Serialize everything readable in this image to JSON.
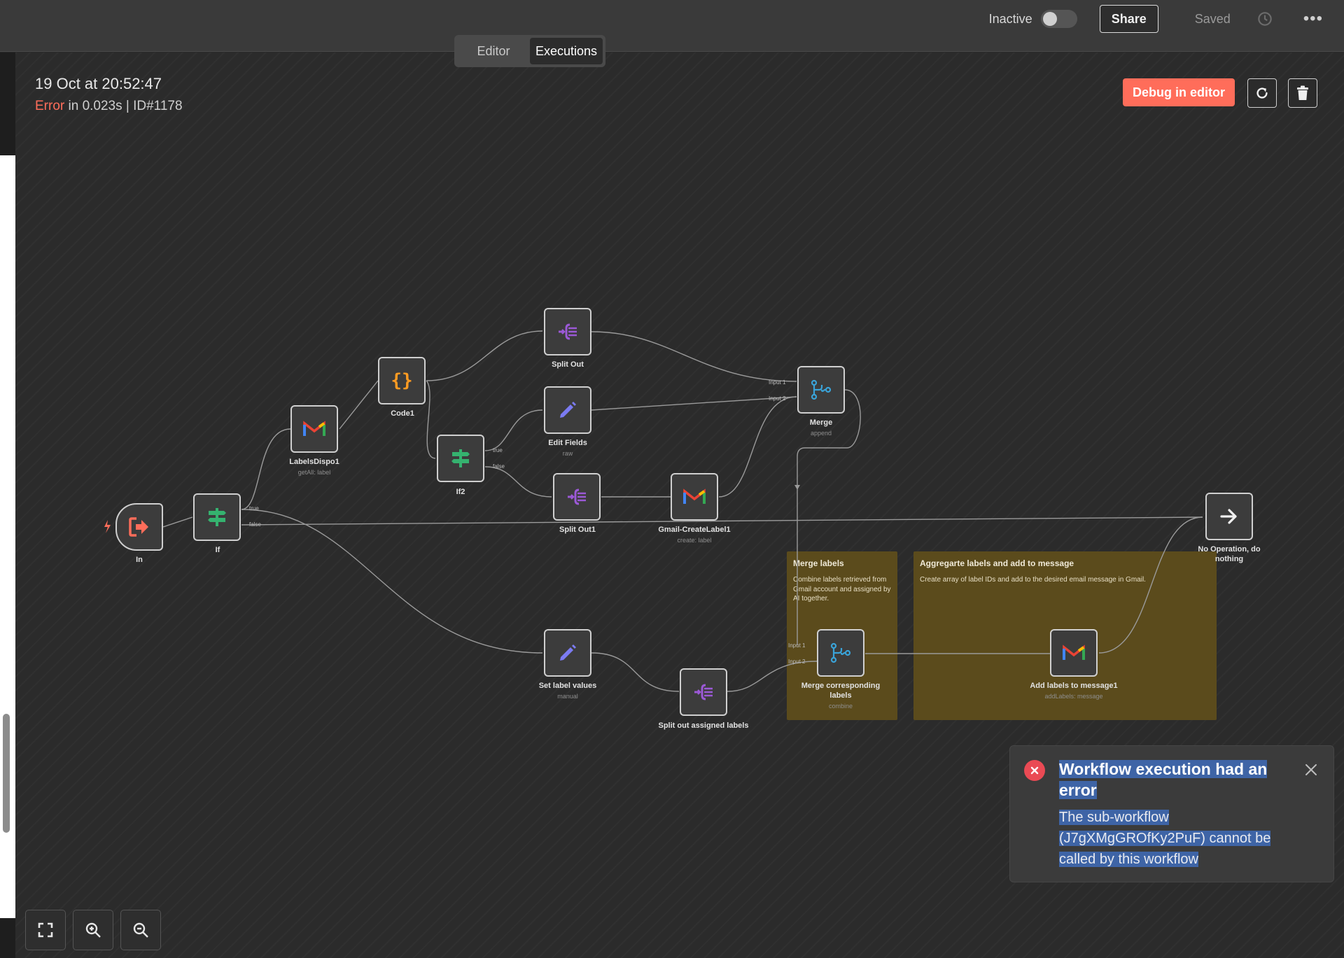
{
  "topbar": {
    "status_label": "Inactive",
    "share_label": "Share",
    "saved_label": "Saved",
    "more_label": "•••"
  },
  "mode_tabs": {
    "editor": "Editor",
    "executions": "Executions"
  },
  "execution": {
    "date": "19 Oct at 20:52:47",
    "status": "Error",
    "detail": " in 0.023s | ID#1178"
  },
  "actions": {
    "debug_label": "Debug in editor"
  },
  "stickies": {
    "merge": {
      "title": "Merge labels",
      "text": "Combine labels retrieved from Gmail account and assigned by AI together."
    },
    "aggregate": {
      "title": "Aggregarte labels and add to message",
      "text": "Create array of label IDs and add to the desired email message in Gmail."
    }
  },
  "nodes": {
    "in": {
      "label": "In"
    },
    "if": {
      "label": "If"
    },
    "labels_dispo": {
      "label": "LabelsDispo1",
      "sub": "getAll: label"
    },
    "code1": {
      "label": "Code1"
    },
    "if2": {
      "label": "If2"
    },
    "split_out": {
      "label": "Split Out"
    },
    "edit_fields": {
      "label": "Edit Fields",
      "sub": "raw"
    },
    "split_out1": {
      "label": "Split Out1"
    },
    "gmail_create": {
      "label": "Gmail-CreateLabel1",
      "sub": "create: label"
    },
    "merge": {
      "label": "Merge",
      "sub": "append"
    },
    "set_label": {
      "label": "Set label values",
      "sub": "manual"
    },
    "split_assigned": {
      "label": "Split out assigned labels"
    },
    "merge_corr": {
      "label": "Merge corresponding labels",
      "sub": "combine"
    },
    "add_labels": {
      "label": "Add labels to message1",
      "sub": "addLabels: message"
    },
    "noop": {
      "label": "No Operation, do nothing"
    }
  },
  "edge_labels": {
    "true": "true",
    "false": "false",
    "input1": "Input 1",
    "input2": "Input 2"
  },
  "toast": {
    "title": "Workflow execution had an error",
    "body": "The sub-workflow (J7gXMgGROfKy2PuF) cannot be called by this workflow"
  },
  "colors": {
    "accent": "#ff6d5a",
    "error": "#ea4a54",
    "sticky": "#5b4b1c",
    "selection": "#3e64a6"
  }
}
